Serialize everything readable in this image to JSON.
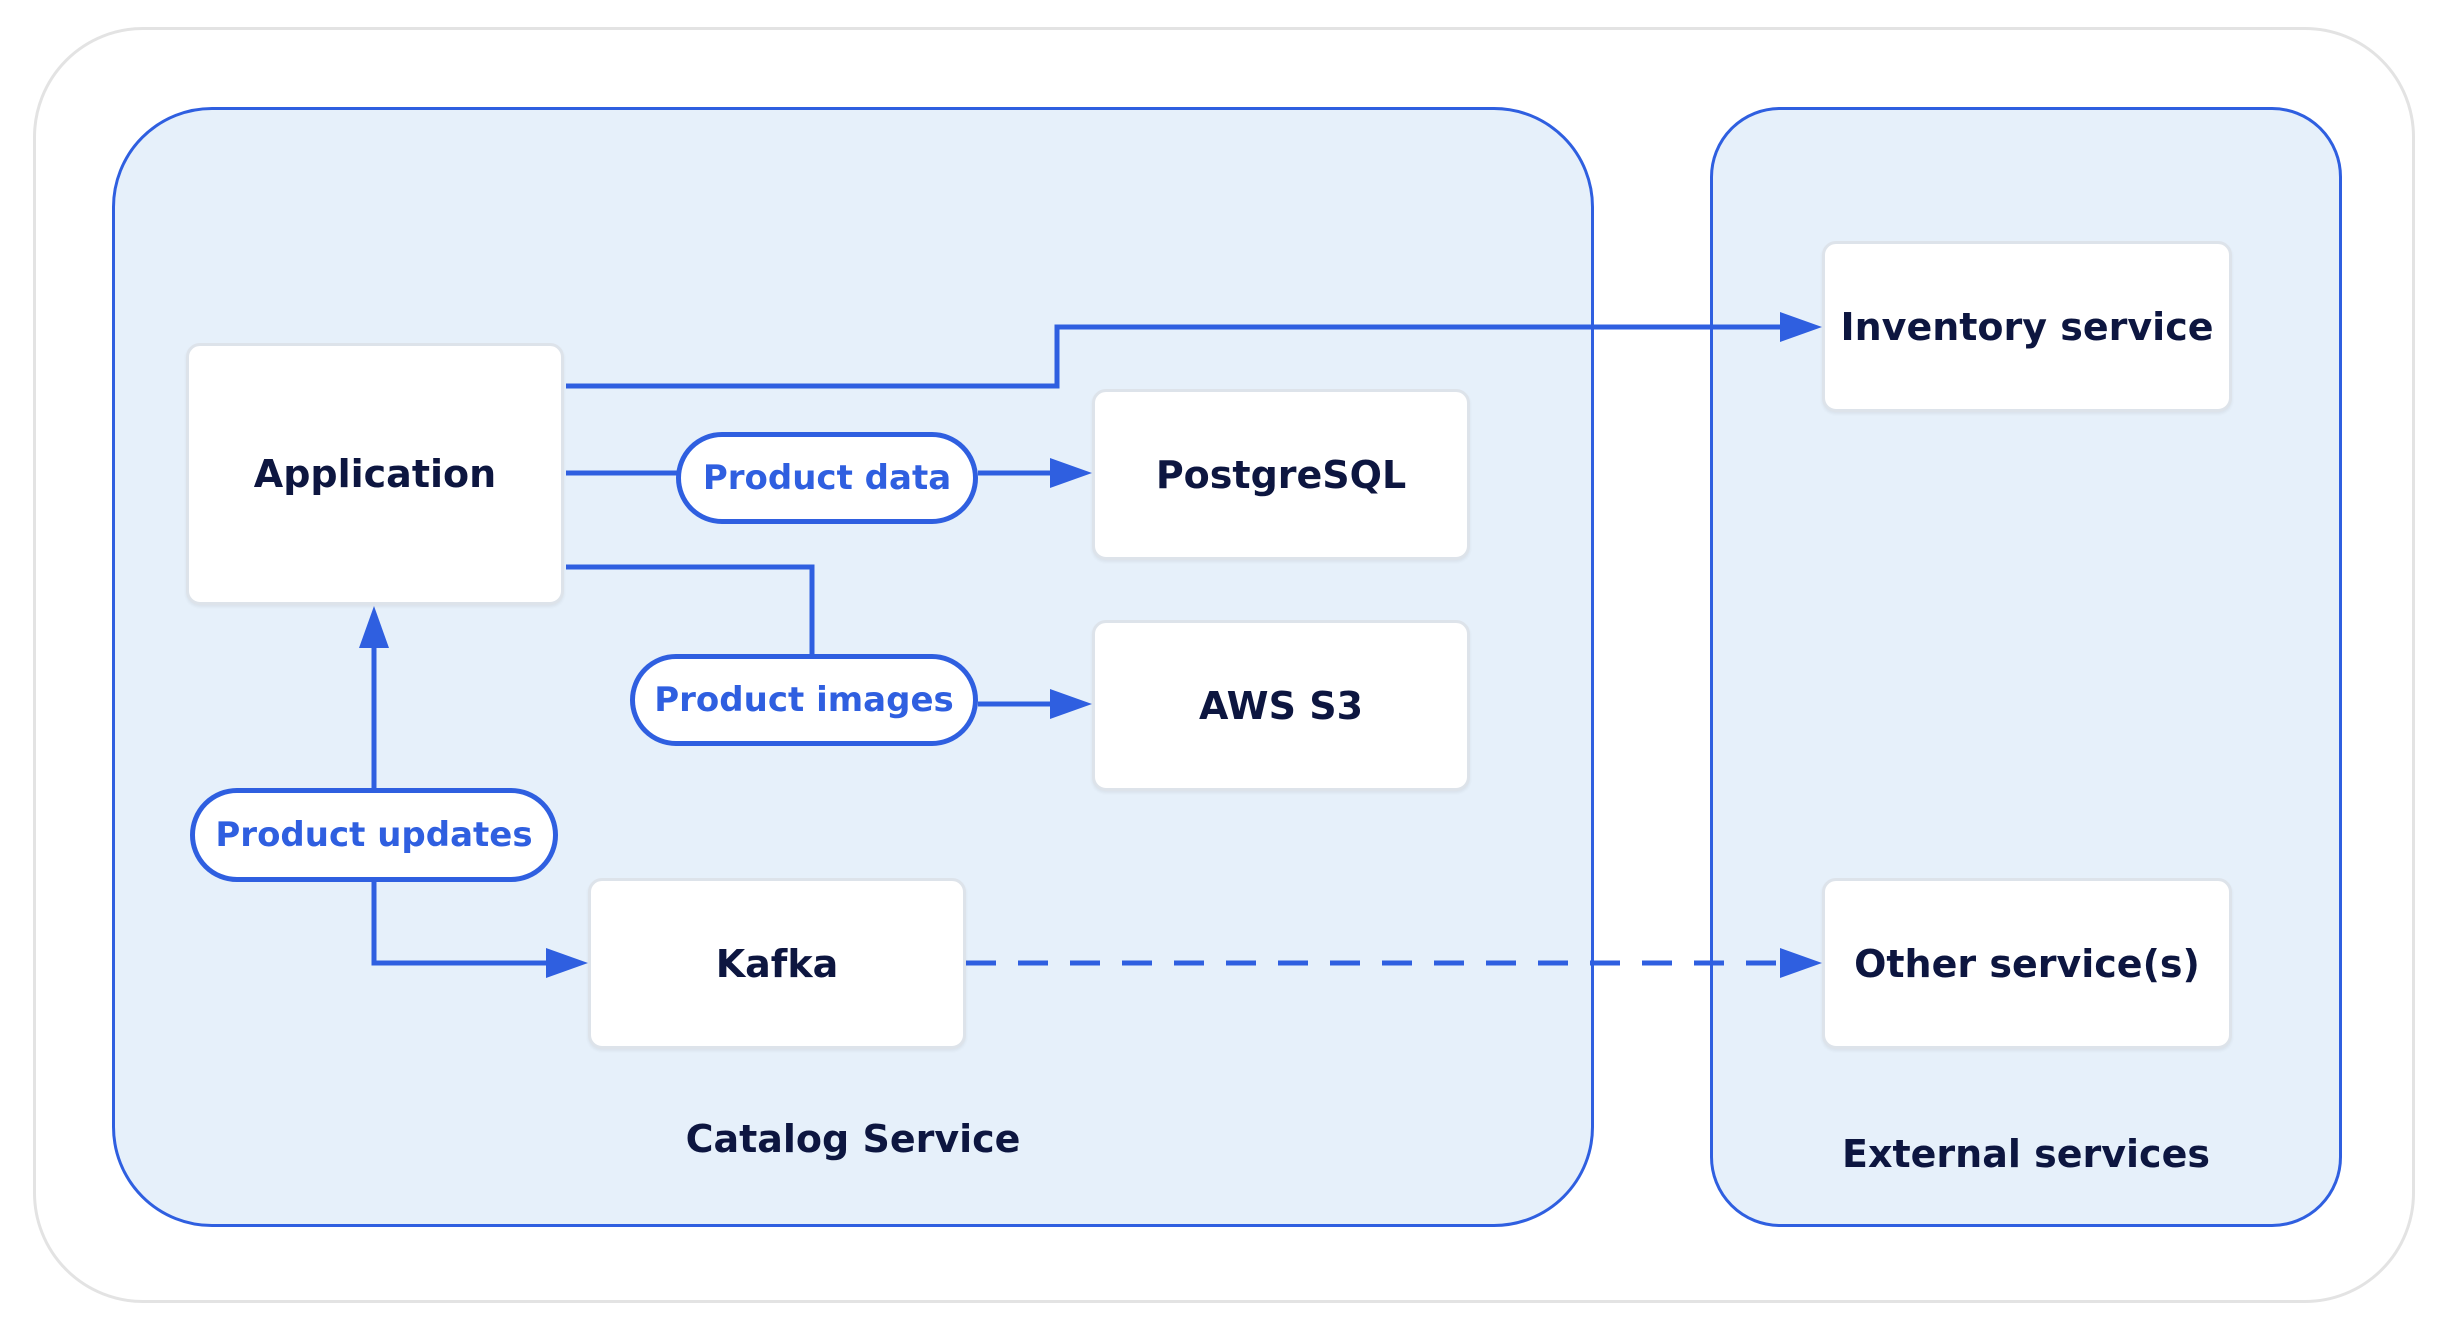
{
  "colors": {
    "accent": "#2f5fe0",
    "group_fill": "#e6f0fa",
    "text": "#0d1640"
  },
  "groups": {
    "catalog": {
      "label": "Catalog Service"
    },
    "external": {
      "label": "External services"
    }
  },
  "nodes": {
    "application": "Application",
    "postgresql": "PostgreSQL",
    "aws_s3": "AWS S3",
    "kafka": "Kafka",
    "inventory": "Inventory service",
    "other": "Other service(s)"
  },
  "edge_labels": {
    "product_data": "Product data",
    "product_images": "Product images",
    "product_updates": "Product updates"
  },
  "edges": [
    {
      "from": "application",
      "to": "inventory",
      "style": "solid"
    },
    {
      "from": "application",
      "to": "postgresql",
      "label": "product_data",
      "style": "solid"
    },
    {
      "from": "application",
      "to": "aws_s3",
      "label": "product_images",
      "style": "solid"
    },
    {
      "from": "kafka",
      "to": "application",
      "label": "product_updates",
      "style": "solid"
    },
    {
      "from": "kafka",
      "to": "other",
      "style": "dashed"
    }
  ]
}
